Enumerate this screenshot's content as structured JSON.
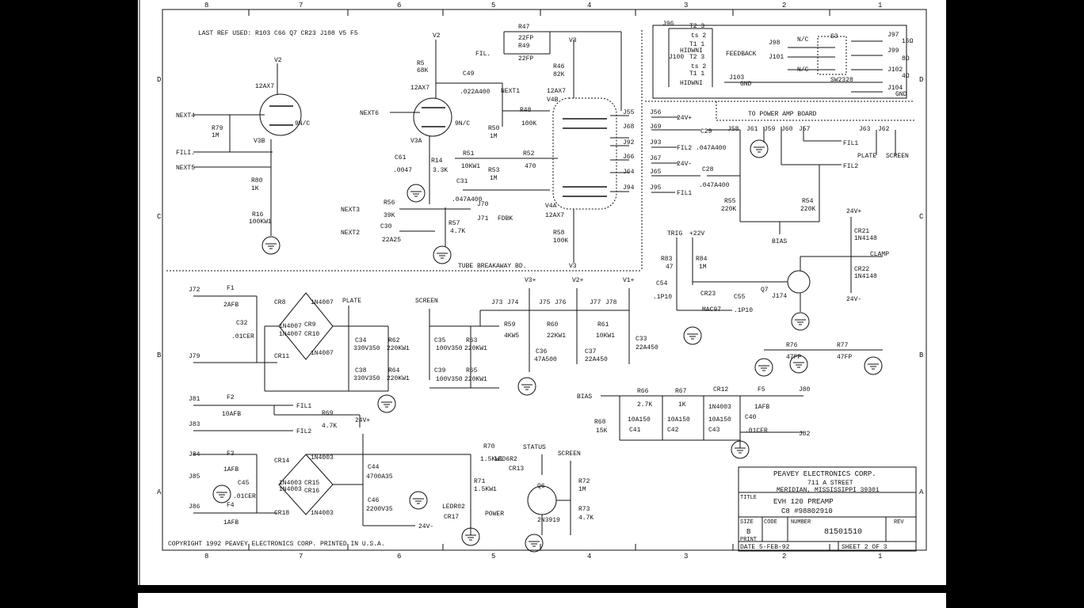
{
  "border": {
    "columns": [
      "8",
      "7",
      "6",
      "5",
      "4",
      "3",
      "2",
      "1"
    ],
    "rows": [
      "D",
      "C",
      "B",
      "A"
    ]
  },
  "notes": {
    "last_ref": "LAST REF USED:   R103 C66 Q7 CR23 J108 V5 F5",
    "tube_board": "TUBE BREAKAWAY BD.",
    "power_amp": "TO POWER AMP BOARD",
    "copyright": "COPYRIGHT 1992 PEAVEY ELECTRONICS CORP. PRINTED IN U.S.A."
  },
  "labels": [
    {
      "id": "v2a",
      "text": "V2"
    },
    {
      "id": "t12ax7a",
      "text": "12AX7"
    },
    {
      "id": "next4",
      "text": "NEXT4"
    },
    {
      "id": "r79",
      "text": "R79"
    },
    {
      "id": "r79v",
      "text": "1M"
    },
    {
      "id": "v3b",
      "text": "V3B"
    },
    {
      "id": "nc1",
      "text": "9N/C"
    },
    {
      "id": "fili",
      "text": "FILI."
    },
    {
      "id": "next5",
      "text": "NEXT5"
    },
    {
      "id": "r80",
      "text": "R80"
    },
    {
      "id": "r80v",
      "text": "1K"
    },
    {
      "id": "r16",
      "text": "R16"
    },
    {
      "id": "r16v",
      "text": "100KW1"
    },
    {
      "id": "v2b",
      "text": "V2"
    },
    {
      "id": "r5",
      "text": "R5"
    },
    {
      "id": "r5v",
      "text": "68K"
    },
    {
      "id": "t12ax7b",
      "text": "12AX7"
    },
    {
      "id": "next6",
      "text": "NEXT6"
    },
    {
      "id": "v3a",
      "text": "V3A"
    },
    {
      "id": "nc2",
      "text": "9N/C"
    },
    {
      "id": "c61",
      "text": "C61"
    },
    {
      "id": "c61v",
      "text": ".0047"
    },
    {
      "id": "r14",
      "text": "R14"
    },
    {
      "id": "r14v",
      "text": "3.3K"
    },
    {
      "id": "c49",
      "text": "C49"
    },
    {
      "id": "c49v",
      "text": ".022A400"
    },
    {
      "id": "next1",
      "text": "NEXT1"
    },
    {
      "id": "r48",
      "text": "R48"
    },
    {
      "id": "r48v",
      "text": "100K"
    },
    {
      "id": "r50",
      "text": "R50"
    },
    {
      "id": "r50v",
      "text": "1M"
    },
    {
      "id": "r51",
      "text": "R51"
    },
    {
      "id": "r51v",
      "text": "10KW1"
    },
    {
      "id": "r52",
      "text": "R52"
    },
    {
      "id": "r52v",
      "text": "470"
    },
    {
      "id": "r53",
      "text": "R53"
    },
    {
      "id": "r53v",
      "text": "1M"
    },
    {
      "id": "c31",
      "text": "C31"
    },
    {
      "id": "c31v",
      "text": ".047A400"
    },
    {
      "id": "next3",
      "text": "NEXT3"
    },
    {
      "id": "r56",
      "text": "R56"
    },
    {
      "id": "r56v",
      "text": "39K"
    },
    {
      "id": "j70",
      "text": "J70"
    },
    {
      "id": "j71",
      "text": "J71"
    },
    {
      "id": "fdbk",
      "text": "FDBK"
    },
    {
      "id": "next2",
      "text": "NEXT2"
    },
    {
      "id": "c30",
      "text": "C30"
    },
    {
      "id": "c30v",
      "text": "22A25"
    },
    {
      "id": "r57",
      "text": "R57"
    },
    {
      "id": "r57v",
      "text": "4.7K"
    },
    {
      "id": "r47",
      "text": "R47"
    },
    {
      "id": "r47v",
      "text": "22FP"
    },
    {
      "id": "r49",
      "text": "R49"
    },
    {
      "id": "r49v",
      "text": "22FP"
    },
    {
      "id": "fil",
      "text": "FIL."
    },
    {
      "id": "v3c",
      "text": "V3"
    },
    {
      "id": "r46",
      "text": "R46"
    },
    {
      "id": "r46v",
      "text": "82K"
    },
    {
      "id": "t12ax7c",
      "text": "12AX7"
    },
    {
      "id": "v4b",
      "text": "V4B"
    },
    {
      "id": "v4a",
      "text": "V4A"
    },
    {
      "id": "t12ax7d",
      "text": "12AX7"
    },
    {
      "id": "r58",
      "text": "R58"
    },
    {
      "id": "r58v",
      "text": "100K"
    },
    {
      "id": "v3d",
      "text": "V3"
    },
    {
      "id": "j55",
      "text": "J55"
    },
    {
      "id": "j68",
      "text": "J68"
    },
    {
      "id": "j92",
      "text": "J92"
    },
    {
      "id": "j66",
      "text": "J66"
    },
    {
      "id": "j64",
      "text": "J64"
    },
    {
      "id": "j94",
      "text": "J94"
    },
    {
      "id": "j96",
      "text": "J96"
    },
    {
      "id": "t23a",
      "text": "T2 3"
    },
    {
      "id": "ts2a",
      "text": "ts 2"
    },
    {
      "id": "t1a",
      "text": "T1 1"
    },
    {
      "id": "hidwni1",
      "text": "HIDWNI"
    },
    {
      "id": "j100",
      "text": "J100"
    },
    {
      "id": "t23b",
      "text": "T2 3"
    },
    {
      "id": "ts2b",
      "text": "ts 2"
    },
    {
      "id": "t1b",
      "text": "T1 1"
    },
    {
      "id": "hidwni2",
      "text": "HIDWNI"
    },
    {
      "id": "feedback",
      "text": "FEEDBACK"
    },
    {
      "id": "j98",
      "text": "J98"
    },
    {
      "id": "nca",
      "text": "N/C"
    },
    {
      "id": "s3",
      "text": "S3"
    },
    {
      "id": "j101",
      "text": "J101"
    },
    {
      "id": "ncb",
      "text": "N/C"
    },
    {
      "id": "sw2328",
      "text": "SW2328"
    },
    {
      "id": "j103",
      "text": "J103"
    },
    {
      "id": "gnd1",
      "text": "GND"
    },
    {
      "id": "j97",
      "text": "J97"
    },
    {
      "id": "ohm16",
      "text": "16Ω"
    },
    {
      "id": "j99",
      "text": "J99"
    },
    {
      "id": "ohm8",
      "text": "8Ω"
    },
    {
      "id": "j102",
      "text": "J102"
    },
    {
      "id": "ohm4",
      "text": "4Ω"
    },
    {
      "id": "j104",
      "text": "J104"
    },
    {
      "id": "gnd2",
      "text": "GND"
    },
    {
      "id": "j56",
      "text": "J56"
    },
    {
      "id": "p24a",
      "text": "24V+"
    },
    {
      "id": "j69",
      "text": "J69"
    },
    {
      "id": "c29",
      "text": "C29"
    },
    {
      "id": "j93",
      "text": "J93"
    },
    {
      "id": "fil2a",
      "text": "FIL2"
    },
    {
      "id": "c29v",
      "text": ".047A400"
    },
    {
      "id": "j67",
      "text": "J67"
    },
    {
      "id": "m24a",
      "text": "24V-"
    },
    {
      "id": "j65",
      "text": "J65"
    },
    {
      "id": "c28",
      "text": "C28"
    },
    {
      "id": "c28v",
      "text": ".047A400"
    },
    {
      "id": "j95",
      "text": "J95"
    },
    {
      "id": "fil1a",
      "text": "FIL1"
    },
    {
      "id": "j58",
      "text": "J58"
    },
    {
      "id": "j61",
      "text": "J61"
    },
    {
      "id": "j59",
      "text": "J59"
    },
    {
      "id": "j60",
      "text": "J60"
    },
    {
      "id": "j57",
      "text": "J57"
    },
    {
      "id": "j63",
      "text": "J63"
    },
    {
      "id": "j62",
      "text": "J62"
    },
    {
      "id": "fil1b",
      "text": "FIL1"
    },
    {
      "id": "plate1",
      "text": "PLATE"
    },
    {
      "id": "screen1",
      "text": "SCREEN"
    },
    {
      "id": "fil2b",
      "text": "FIL2"
    },
    {
      "id": "r55",
      "text": "R55"
    },
    {
      "id": "r55v",
      "text": "220K"
    },
    {
      "id": "r54",
      "text": "R54"
    },
    {
      "id": "r54v",
      "text": "220K"
    },
    {
      "id": "bias1",
      "text": "BIAS"
    },
    {
      "id": "trig",
      "text": "TRIG"
    },
    {
      "id": "p22",
      "text": "+22V"
    },
    {
      "id": "r83",
      "text": "R83"
    },
    {
      "id": "r83v",
      "text": "47"
    },
    {
      "id": "r84",
      "text": "R84"
    },
    {
      "id": "r84v",
      "text": "1M"
    },
    {
      "id": "c54",
      "text": "C54"
    },
    {
      "id": "c54v",
      "text": ".1P10"
    },
    {
      "id": "cr23",
      "text": "CR23"
    },
    {
      "id": "mac97",
      "text": "MAC97"
    },
    {
      "id": "c55",
      "text": "C55"
    },
    {
      "id": "c55v",
      "text": ".1P10"
    },
    {
      "id": "q7",
      "text": "Q7"
    },
    {
      "id": "j174",
      "text": "J174"
    },
    {
      "id": "p24b",
      "text": "24V+"
    },
    {
      "id": "cr21",
      "text": "CR21"
    },
    {
      "id": "cr21v",
      "text": "1N4148"
    },
    {
      "id": "clamp",
      "text": "CLAMP"
    },
    {
      "id": "cr22",
      "text": "CR22"
    },
    {
      "id": "cr22v",
      "text": "1N4148"
    },
    {
      "id": "m24b",
      "text": "24V-"
    },
    {
      "id": "j72",
      "text": "J72"
    },
    {
      "id": "f1",
      "text": "F1"
    },
    {
      "id": "f1v",
      "text": "2AFB"
    },
    {
      "id": "c32",
      "text": "C32"
    },
    {
      "id": "c32v",
      "text": ".01CER"
    },
    {
      "id": "j79",
      "text": "J79"
    },
    {
      "id": "cr8",
      "text": "CR8"
    },
    {
      "id": "n4007a",
      "text": "1N4007"
    },
    {
      "id": "n4007b",
      "text": "1N4007"
    },
    {
      "id": "cr9",
      "text": "CR9"
    },
    {
      "id": "n4007c",
      "text": "1N4007"
    },
    {
      "id": "cr10",
      "text": "CR10"
    },
    {
      "id": "cr11",
      "text": "CR11"
    },
    {
      "id": "n4007d",
      "text": "1N4007"
    },
    {
      "id": "plate2",
      "text": "PLATE"
    },
    {
      "id": "screen2",
      "text": "SCREEN"
    },
    {
      "id": "c34",
      "text": "C34"
    },
    {
      "id": "c34v",
      "text": "330V350"
    },
    {
      "id": "r62",
      "text": "R62"
    },
    {
      "id": "r62v",
      "text": "220KW1"
    },
    {
      "id": "c38",
      "text": "C38"
    },
    {
      "id": "c38v",
      "text": "330V350"
    },
    {
      "id": "r64",
      "text": "R64"
    },
    {
      "id": "r64v",
      "text": "220KW1"
    },
    {
      "id": "c35",
      "text": "C35"
    },
    {
      "id": "c35v",
      "text": "100V350"
    },
    {
      "id": "r63",
      "text": "R63"
    },
    {
      "id": "r63v",
      "text": "220KW1"
    },
    {
      "id": "c39",
      "text": "C39"
    },
    {
      "id": "c39v",
      "text": "100V350"
    },
    {
      "id": "r65",
      "text": "R65"
    },
    {
      "id": "r65v",
      "text": "220KW1"
    },
    {
      "id": "j73",
      "text": "J73"
    },
    {
      "id": "j74",
      "text": "J74"
    },
    {
      "id": "v3p",
      "text": "V3+"
    },
    {
      "id": "j75",
      "text": "J75"
    },
    {
      "id": "j76",
      "text": "J76"
    },
    {
      "id": "v2p",
      "text": "V2+"
    },
    {
      "id": "j77",
      "text": "J77"
    },
    {
      "id": "j78",
      "text": "J78"
    },
    {
      "id": "v1p",
      "text": "V1+"
    },
    {
      "id": "r59",
      "text": "R59"
    },
    {
      "id": "r59v",
      "text": "4KW5"
    },
    {
      "id": "r60",
      "text": "R60"
    },
    {
      "id": "r60v",
      "text": "22KW1"
    },
    {
      "id": "r61",
      "text": "R61"
    },
    {
      "id": "r61v",
      "text": "10KW1"
    },
    {
      "id": "c33",
      "text": "C33"
    },
    {
      "id": "c33v",
      "text": "22A450"
    },
    {
      "id": "c36",
      "text": "C36"
    },
    {
      "id": "c36v",
      "text": "47A500"
    },
    {
      "id": "c37",
      "text": "C37"
    },
    {
      "id": "c37v",
      "text": "22A450"
    },
    {
      "id": "j81",
      "text": "J81"
    },
    {
      "id": "f2",
      "text": "F2"
    },
    {
      "id": "f2v",
      "text": "10AFB"
    },
    {
      "id": "fil1c",
      "text": "FIL1"
    },
    {
      "id": "r69",
      "text": "R69"
    },
    {
      "id": "r69v",
      "text": "4.7K"
    },
    {
      "id": "j83",
      "text": "J83"
    },
    {
      "id": "fil2c",
      "text": "FIL2"
    },
    {
      "id": "p24c",
      "text": "24V+"
    },
    {
      "id": "j84",
      "text": "J84"
    },
    {
      "id": "f3",
      "text": "F3"
    },
    {
      "id": "f3v",
      "text": "1AFB"
    },
    {
      "id": "cr14",
      "text": "CR14"
    },
    {
      "id": "n4003a",
      "text": "1N4003"
    },
    {
      "id": "j85",
      "text": "J85"
    },
    {
      "id": "c45",
      "text": "C45"
    },
    {
      "id": "c45v",
      "text": ".01CER"
    },
    {
      "id": "n4003b",
      "text": "1N4003"
    },
    {
      "id": "cr15",
      "text": "CR15"
    },
    {
      "id": "n4003c",
      "text": "1N4003"
    },
    {
      "id": "cr16",
      "text": "CR16"
    },
    {
      "id": "c44",
      "text": "C44"
    },
    {
      "id": "c44v",
      "text": "4700A35"
    },
    {
      "id": "j86",
      "text": "J86"
    },
    {
      "id": "f4",
      "text": "F4"
    },
    {
      "id": "f4v",
      "text": "1AFB"
    },
    {
      "id": "cr18",
      "text": "CR18"
    },
    {
      "id": "n4003d",
      "text": "1N4003"
    },
    {
      "id": "c46",
      "text": "C46"
    },
    {
      "id": "c46v",
      "text": "2200V35"
    },
    {
      "id": "m24c",
      "text": "24V-"
    },
    {
      "id": "r70",
      "text": "R70"
    },
    {
      "id": "r70v",
      "text": "1.5KW1"
    },
    {
      "id": "status",
      "text": "STATUS"
    },
    {
      "id": "led6r2",
      "text": "LED6R2"
    },
    {
      "id": "cr13",
      "text": "CR13"
    },
    {
      "id": "r71",
      "text": "R71"
    },
    {
      "id": "r71v",
      "text": "1.5KW1"
    },
    {
      "id": "ledr02",
      "text": "LEDR02"
    },
    {
      "id": "cr17",
      "text": "CR17"
    },
    {
      "id": "power",
      "text": "POWER"
    },
    {
      "id": "q6",
      "text": "Q6"
    },
    {
      "id": "n3919",
      "text": "2N3919"
    },
    {
      "id": "screen3",
      "text": "SCREEN"
    },
    {
      "id": "r72",
      "text": "R72"
    },
    {
      "id": "r72v",
      "text": "1M"
    },
    {
      "id": "r73",
      "text": "R73"
    },
    {
      "id": "r73v",
      "text": "4.7K"
    },
    {
      "id": "bias2",
      "text": "BIAS"
    },
    {
      "id": "r66",
      "text": "R66"
    },
    {
      "id": "r66v",
      "text": "2.7K"
    },
    {
      "id": "r67",
      "text": "R67"
    },
    {
      "id": "r67v",
      "text": "1K"
    },
    {
      "id": "cr12",
      "text": "CR12"
    },
    {
      "id": "n4003e",
      "text": "1N4003"
    },
    {
      "id": "f5",
      "text": "F5"
    },
    {
      "id": "f5v",
      "text": "1AFB"
    },
    {
      "id": "j80",
      "text": "J80"
    },
    {
      "id": "r68",
      "text": "R68"
    },
    {
      "id": "r68v",
      "text": "15K"
    },
    {
      "id": "c41v",
      "text": "10A150"
    },
    {
      "id": "c41",
      "text": "C41"
    },
    {
      "id": "c42v",
      "text": "10A150"
    },
    {
      "id": "c42",
      "text": "C42"
    },
    {
      "id": "c43v",
      "text": "10A150"
    },
    {
      "id": "c43",
      "text": "C43"
    },
    {
      "id": "c40",
      "text": "C40"
    },
    {
      "id": "c40v",
      "text": ".01CER"
    },
    {
      "id": "j82",
      "text": "J82"
    },
    {
      "id": "r76",
      "text": "R76"
    },
    {
      "id": "r76v",
      "text": "47FP"
    },
    {
      "id": "r77",
      "text": "R77"
    },
    {
      "id": "r77v",
      "text": "47FP"
    }
  ],
  "title_block": {
    "company": "PEAVEY ELECTRONICS CORP.",
    "street": "711 A STREET",
    "city": "MERIDIAN, MISSISSIPPI   39301",
    "title_label": "TITLE",
    "title_line1": "EVH 120 PREAMP",
    "title_line2": "C8 #98802910",
    "size_label": "SIZE",
    "size_value": "B",
    "size_print": "PRINT",
    "code_label": "CODE",
    "number_label": "NUMBER",
    "number_value": "81501510",
    "rev_label": "REV",
    "date": "DATE  5-FEB-92",
    "sheet": "SHEET  2 OF 3"
  }
}
